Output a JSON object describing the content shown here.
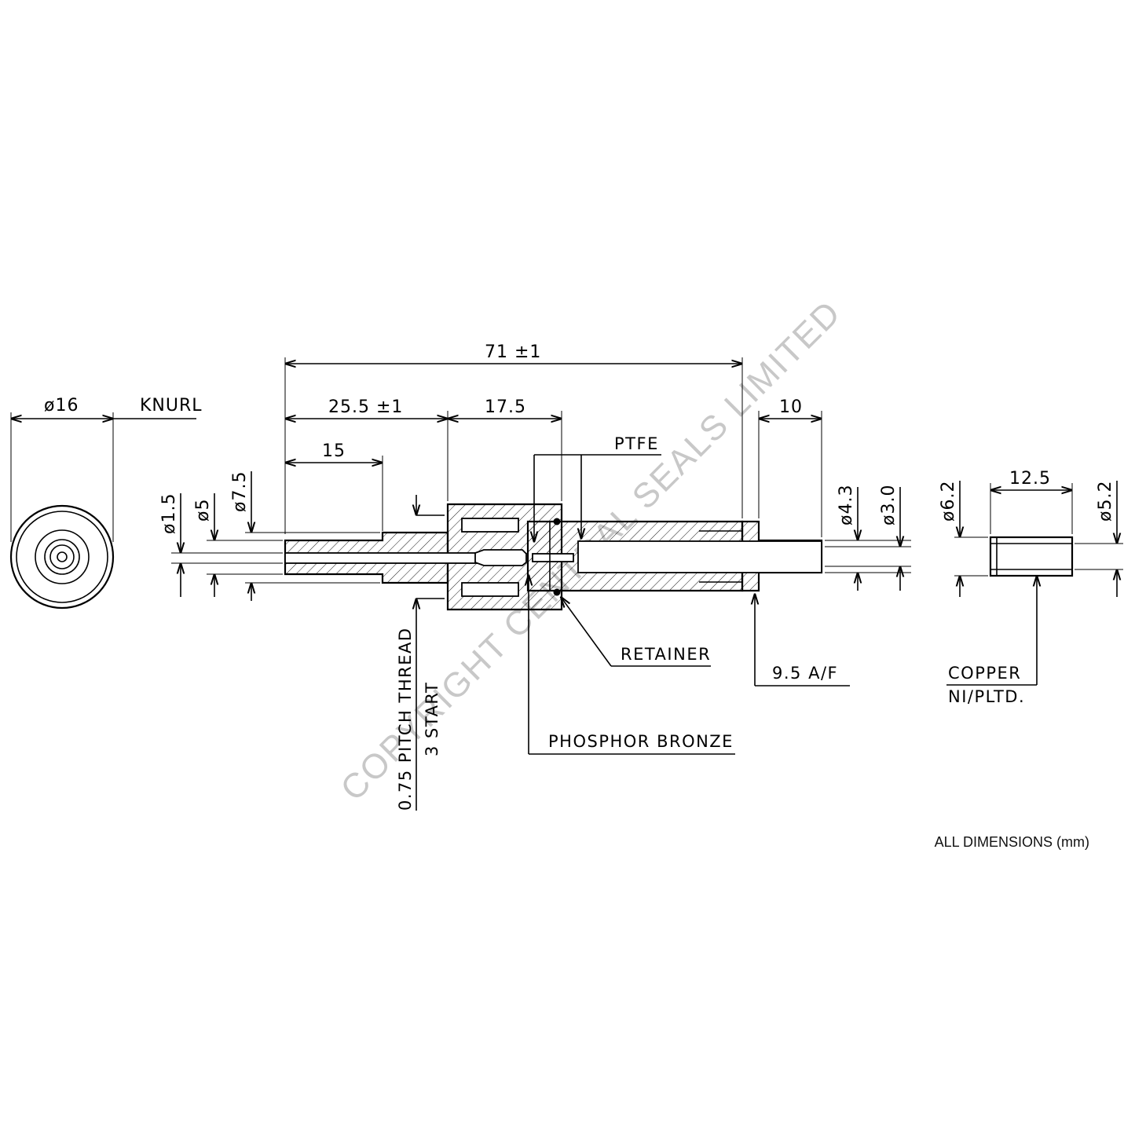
{
  "watermark": "COPYRIGHT CENTRAL SEALS LIMITED",
  "end_view": {
    "diameter": "ø16",
    "surface": "KNURL"
  },
  "dimensions": {
    "overall": "71  ±1",
    "body": "25.5  ±1",
    "nut": "17.5",
    "shank": "15",
    "tail": "10",
    "d_bore": "ø1.5",
    "d_shank": "ø5",
    "d_body": "ø7.5",
    "d_tail_outer": "ø4.3",
    "d_tail_inner": "ø3.0"
  },
  "labels": {
    "ptfe": "PTFE",
    "retainer": "RETAINER",
    "af": "9.5  A/F",
    "phosphor_bronze": "PHOSPHOR BRONZE",
    "thread_line1": "0.75  PITCH THREAD",
    "thread_line2": "3  START"
  },
  "sleeve": {
    "length": "12.5",
    "d_outer": "ø6.2",
    "d_inner": "ø5.2",
    "material_line1": "COPPER",
    "material_line2": "NI/PLTD."
  },
  "units": "ALL DIMENSIONS (mm)"
}
